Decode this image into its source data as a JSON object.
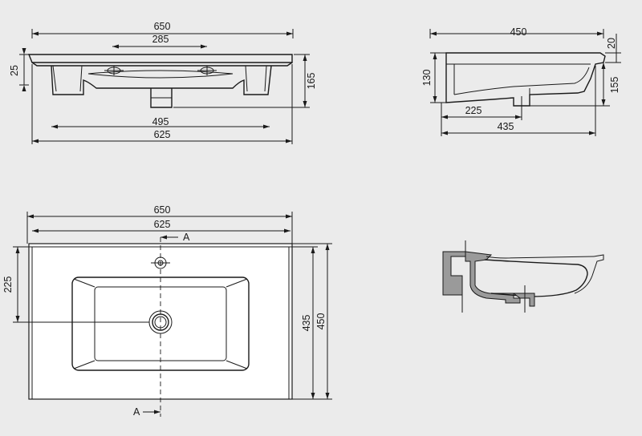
{
  "front_view": {
    "dims": {
      "overall_width": "650",
      "tap_spacing": "285",
      "rim_height": "25",
      "total_height": "165",
      "inner_width": "495",
      "base_width": "625"
    }
  },
  "side_view": {
    "dims": {
      "depth": "450",
      "top_offset": "20",
      "height_130": "130",
      "height_155": "155",
      "drain_offset": "225",
      "base_depth": "435"
    }
  },
  "plan_view": {
    "dims": {
      "overall_width": "650",
      "inner_width": "625",
      "drain_offset": "225",
      "depth_435": "435",
      "depth_450": "450"
    },
    "section_marker_top": "A",
    "section_marker_bottom": "A"
  }
}
